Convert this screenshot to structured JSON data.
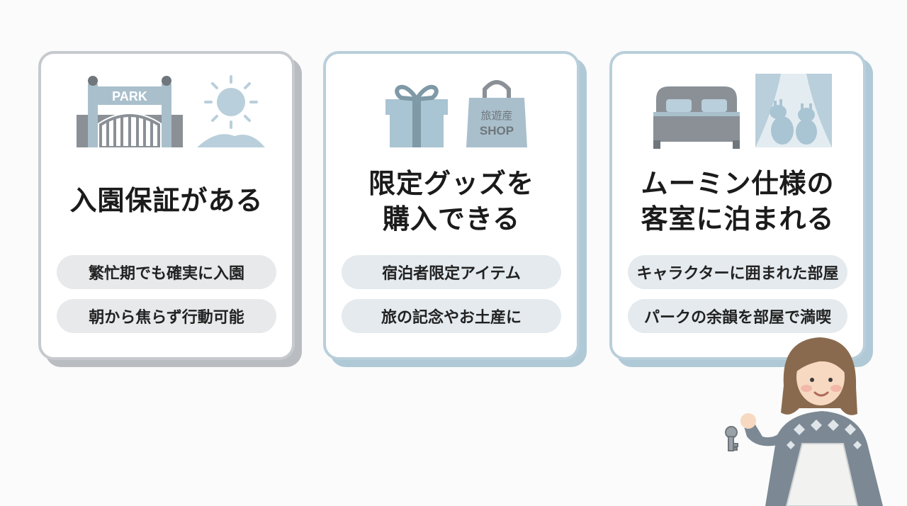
{
  "cards": [
    {
      "icons": {
        "gate": "park-gate-icon",
        "gate_sign": "PARK",
        "extra": "sun-icon"
      },
      "title_lines": [
        "入園保証がある"
      ],
      "points": [
        "繁忙期でも確実に入園",
        "朝から焦らず行動可能"
      ]
    },
    {
      "icons": {
        "gift": "gift-box-icon",
        "bag": "shopping-bag-icon",
        "bag_text_top": "旅遊産",
        "bag_text_bottom": "SHOP"
      },
      "title_lines": [
        "限定グッズを",
        "購入できる"
      ],
      "points": [
        "宿泊者限定アイテム",
        "旅の記念やお土産に"
      ]
    },
    {
      "icons": {
        "bed": "bed-icon",
        "window": "window-characters-icon"
      },
      "title_lines": [
        "ムーミン仕様の",
        "客室に泊まれる"
      ],
      "points": [
        "キャラクターに囲まれた部屋",
        "パークの余韻を部屋で満喫"
      ]
    }
  ],
  "colors": {
    "gray_icon": "#8a9096",
    "blue_icon": "#a9c4d2",
    "card_border_gray": "#c6c9cd",
    "card_border_blue": "#b9cfdb",
    "pill_gray": "#e8e9eb",
    "pill_blue": "#e4eaee"
  },
  "illustration": "woman-holding-key-illustration"
}
